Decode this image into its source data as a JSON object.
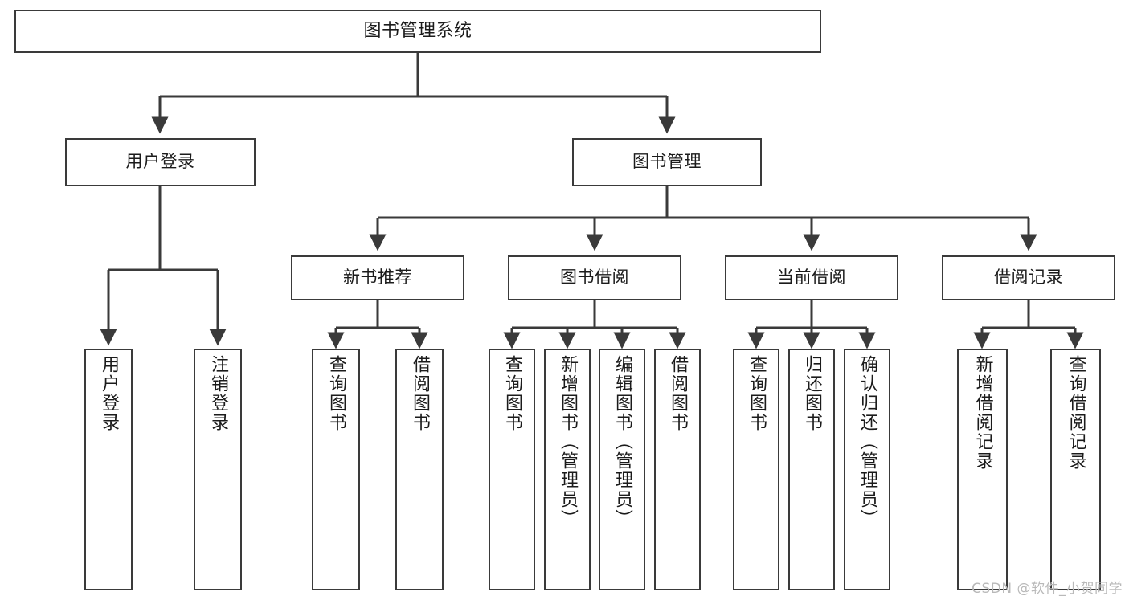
{
  "diagram": {
    "title": "图书管理系统",
    "type": "hierarchy-tree",
    "levels": 4,
    "colors": {
      "box_border": "#3a3a3a",
      "box_fill": "#ffffff",
      "connector": "#3a3a3a",
      "text": "#1b1b1b",
      "watermark": "#b9b9b9"
    },
    "root": {
      "label": "图书管理系统"
    },
    "level2": [
      {
        "label": "用户登录"
      },
      {
        "label": "图书管理"
      }
    ],
    "level3": [
      {
        "label": "新书推荐"
      },
      {
        "label": "图书借阅"
      },
      {
        "label": "当前借阅"
      },
      {
        "label": "借阅记录"
      }
    ],
    "leaves": {
      "user_login": [
        {
          "label": "用户登录"
        },
        {
          "label": "注销登录"
        }
      ],
      "new_book_recommend": [
        {
          "label": "查询图书"
        },
        {
          "label": "借阅图书"
        }
      ],
      "book_borrow": [
        {
          "label": "查询图书"
        },
        {
          "label": "新增图书（管理员）"
        },
        {
          "label": "编辑图书（管理员）"
        },
        {
          "label": "借阅图书"
        }
      ],
      "current_borrow": [
        {
          "label": "查询图书"
        },
        {
          "label": "归还图书"
        },
        {
          "label": "确认归还（管理员）"
        }
      ],
      "borrow_record": [
        {
          "label": "新增借阅记录"
        },
        {
          "label": "查询借阅记录"
        }
      ]
    }
  },
  "watermark": {
    "text": "CSDN @软件_小贺同学"
  }
}
